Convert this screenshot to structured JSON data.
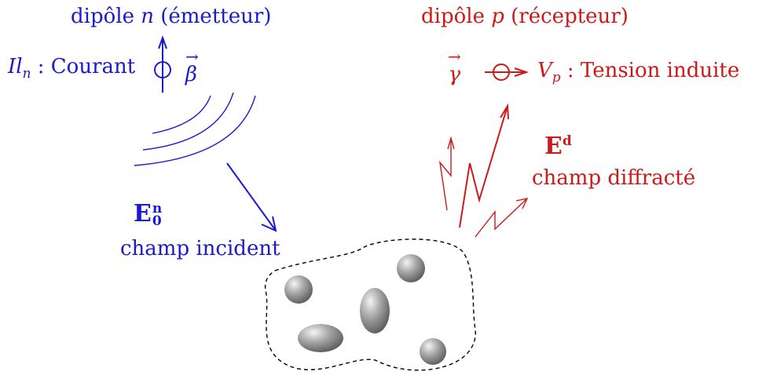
{
  "emitter": {
    "title": "dipôle",
    "symbol": "n",
    "role": "(émetteur)",
    "current_symbol": "Il",
    "current_sub": "n",
    "current_text": ": Courant",
    "vector": "β"
  },
  "receiver": {
    "title": "dipôle",
    "symbol": "p",
    "role": "(récepteur)",
    "vector": "γ",
    "voltage_symbol": "V",
    "voltage_sub": "p",
    "voltage_text": ": Tension induite"
  },
  "incident": {
    "symbol": "E",
    "sup": "n",
    "sub": "0",
    "label": "champ incident"
  },
  "diffracted": {
    "symbol": "E",
    "sup": "d",
    "label": "champ diffracté"
  },
  "colors": {
    "emitter": "#1a1acc",
    "receiver": "#cc1a1a",
    "scatterer": "#9a9a9a"
  }
}
